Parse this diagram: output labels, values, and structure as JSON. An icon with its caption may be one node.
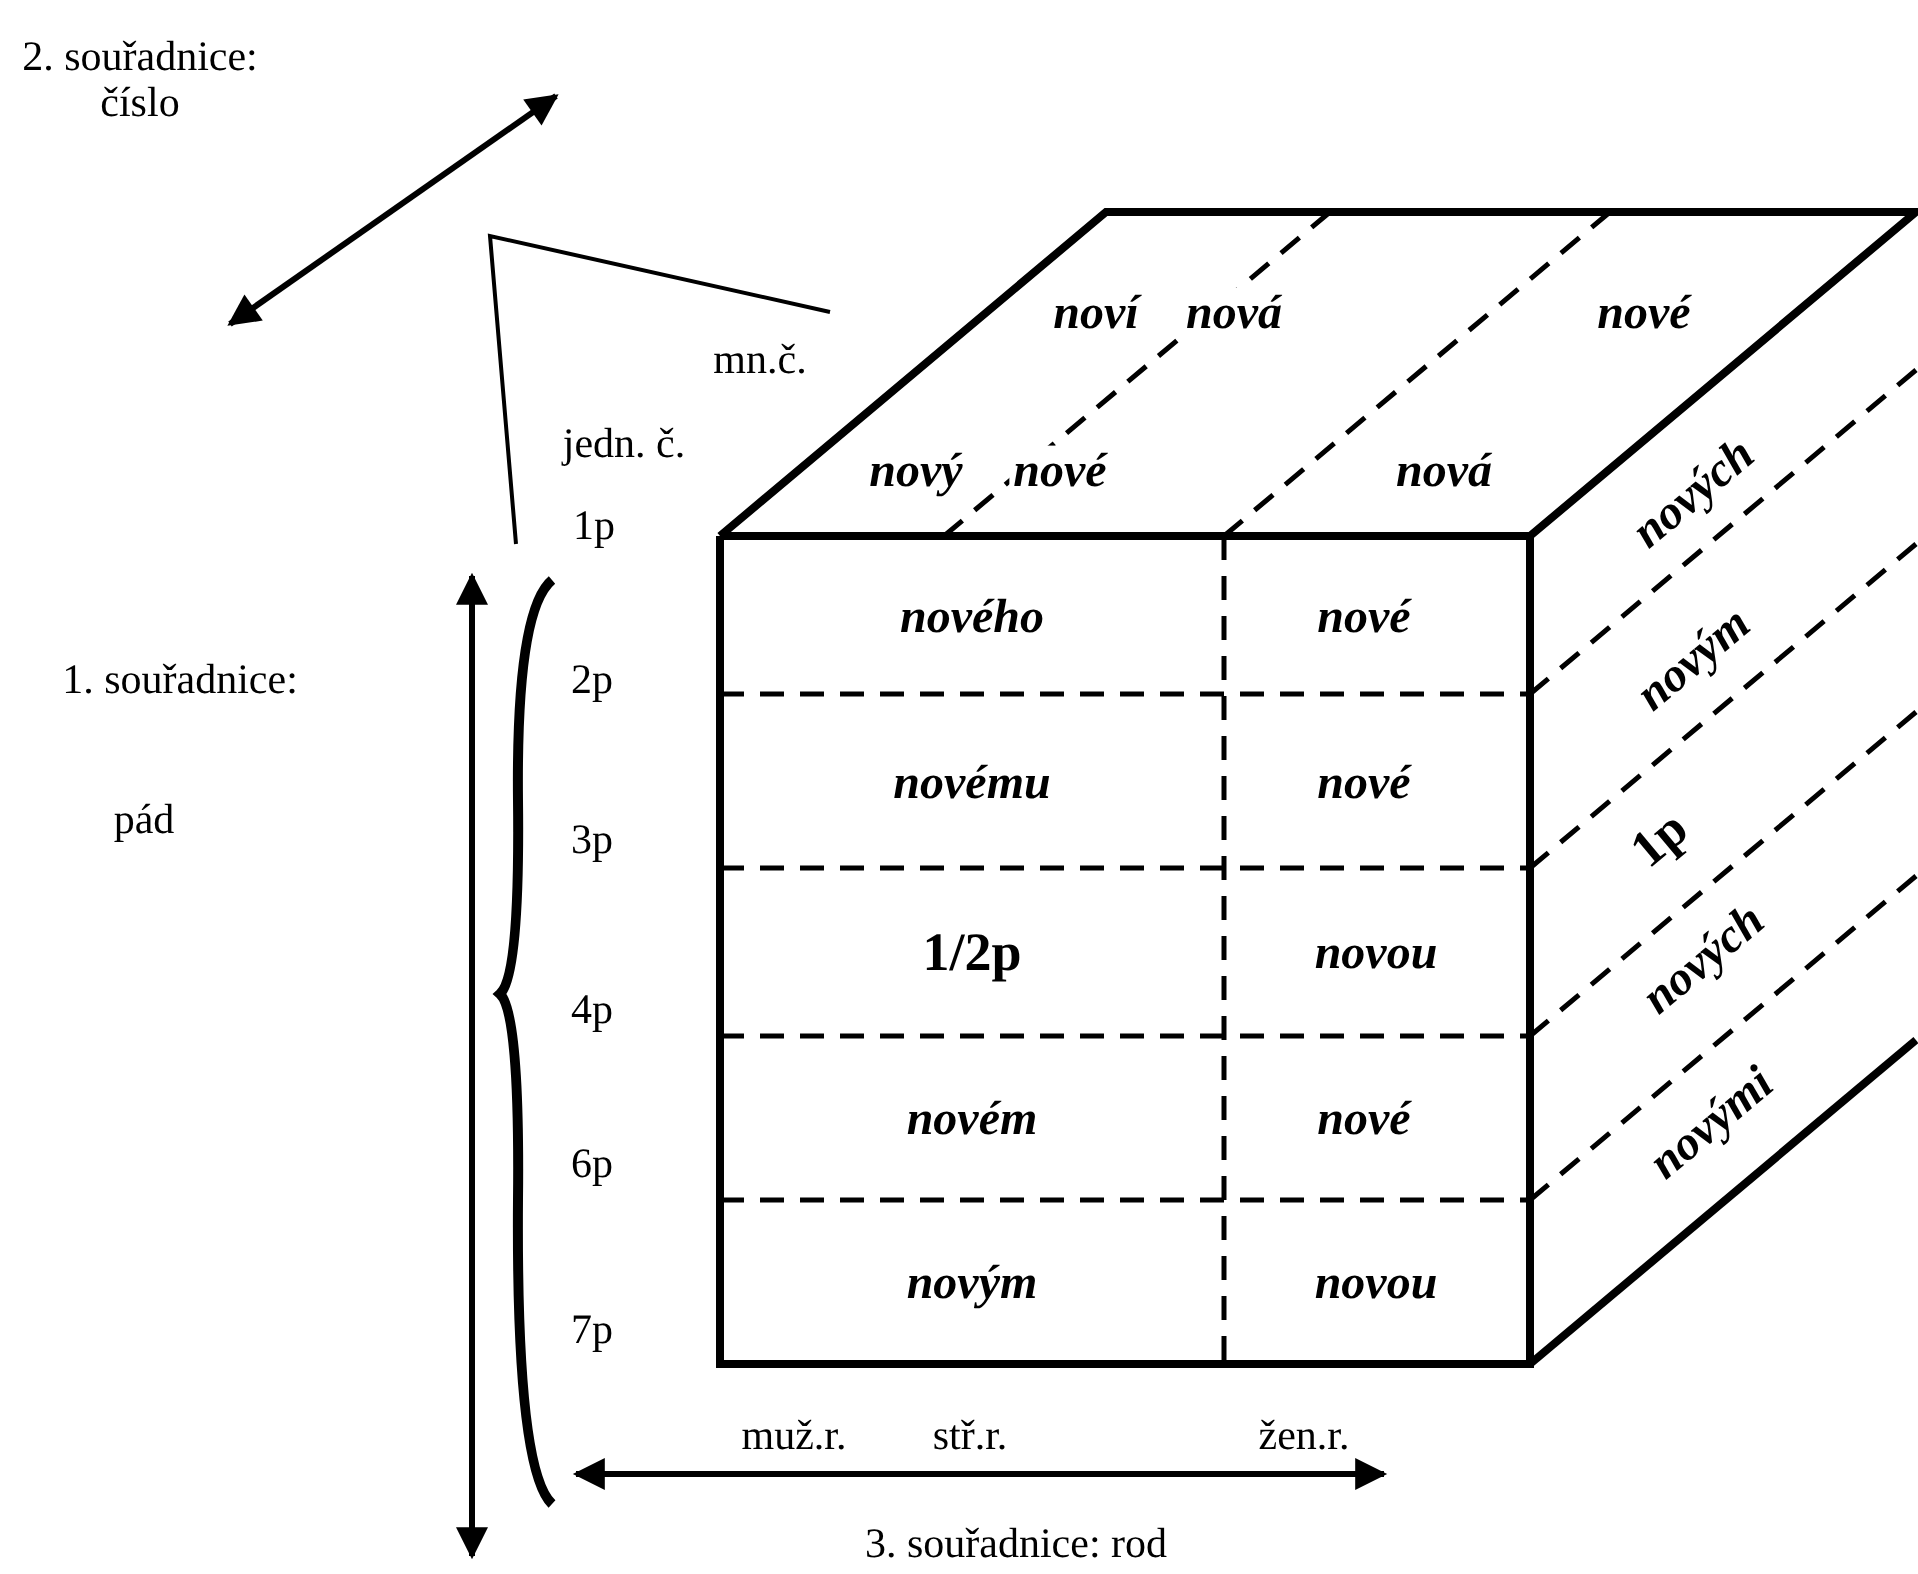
{
  "diagram": {
    "labels": [
      "2. souřadnice: číslo",
      "noví",
      "nová",
      "nové",
      "mn.č.",
      "jedn. č.",
      "nový",
      "nové",
      "nová",
      "1p",
      "nových",
      "1. souřadnice:",
      "2p",
      "nového",
      "nové",
      "novým",
      "pád",
      "3p",
      "novému",
      "nové",
      "1p",
      "4p",
      "1/2p",
      "novou",
      "nových",
      "6p",
      "novém",
      "nové",
      "novými",
      "7p",
      "novým",
      "novou",
      "muž.r.",
      "stř.r.",
      "žen.r.",
      "3. souřadnice: rod"
    ]
  }
}
